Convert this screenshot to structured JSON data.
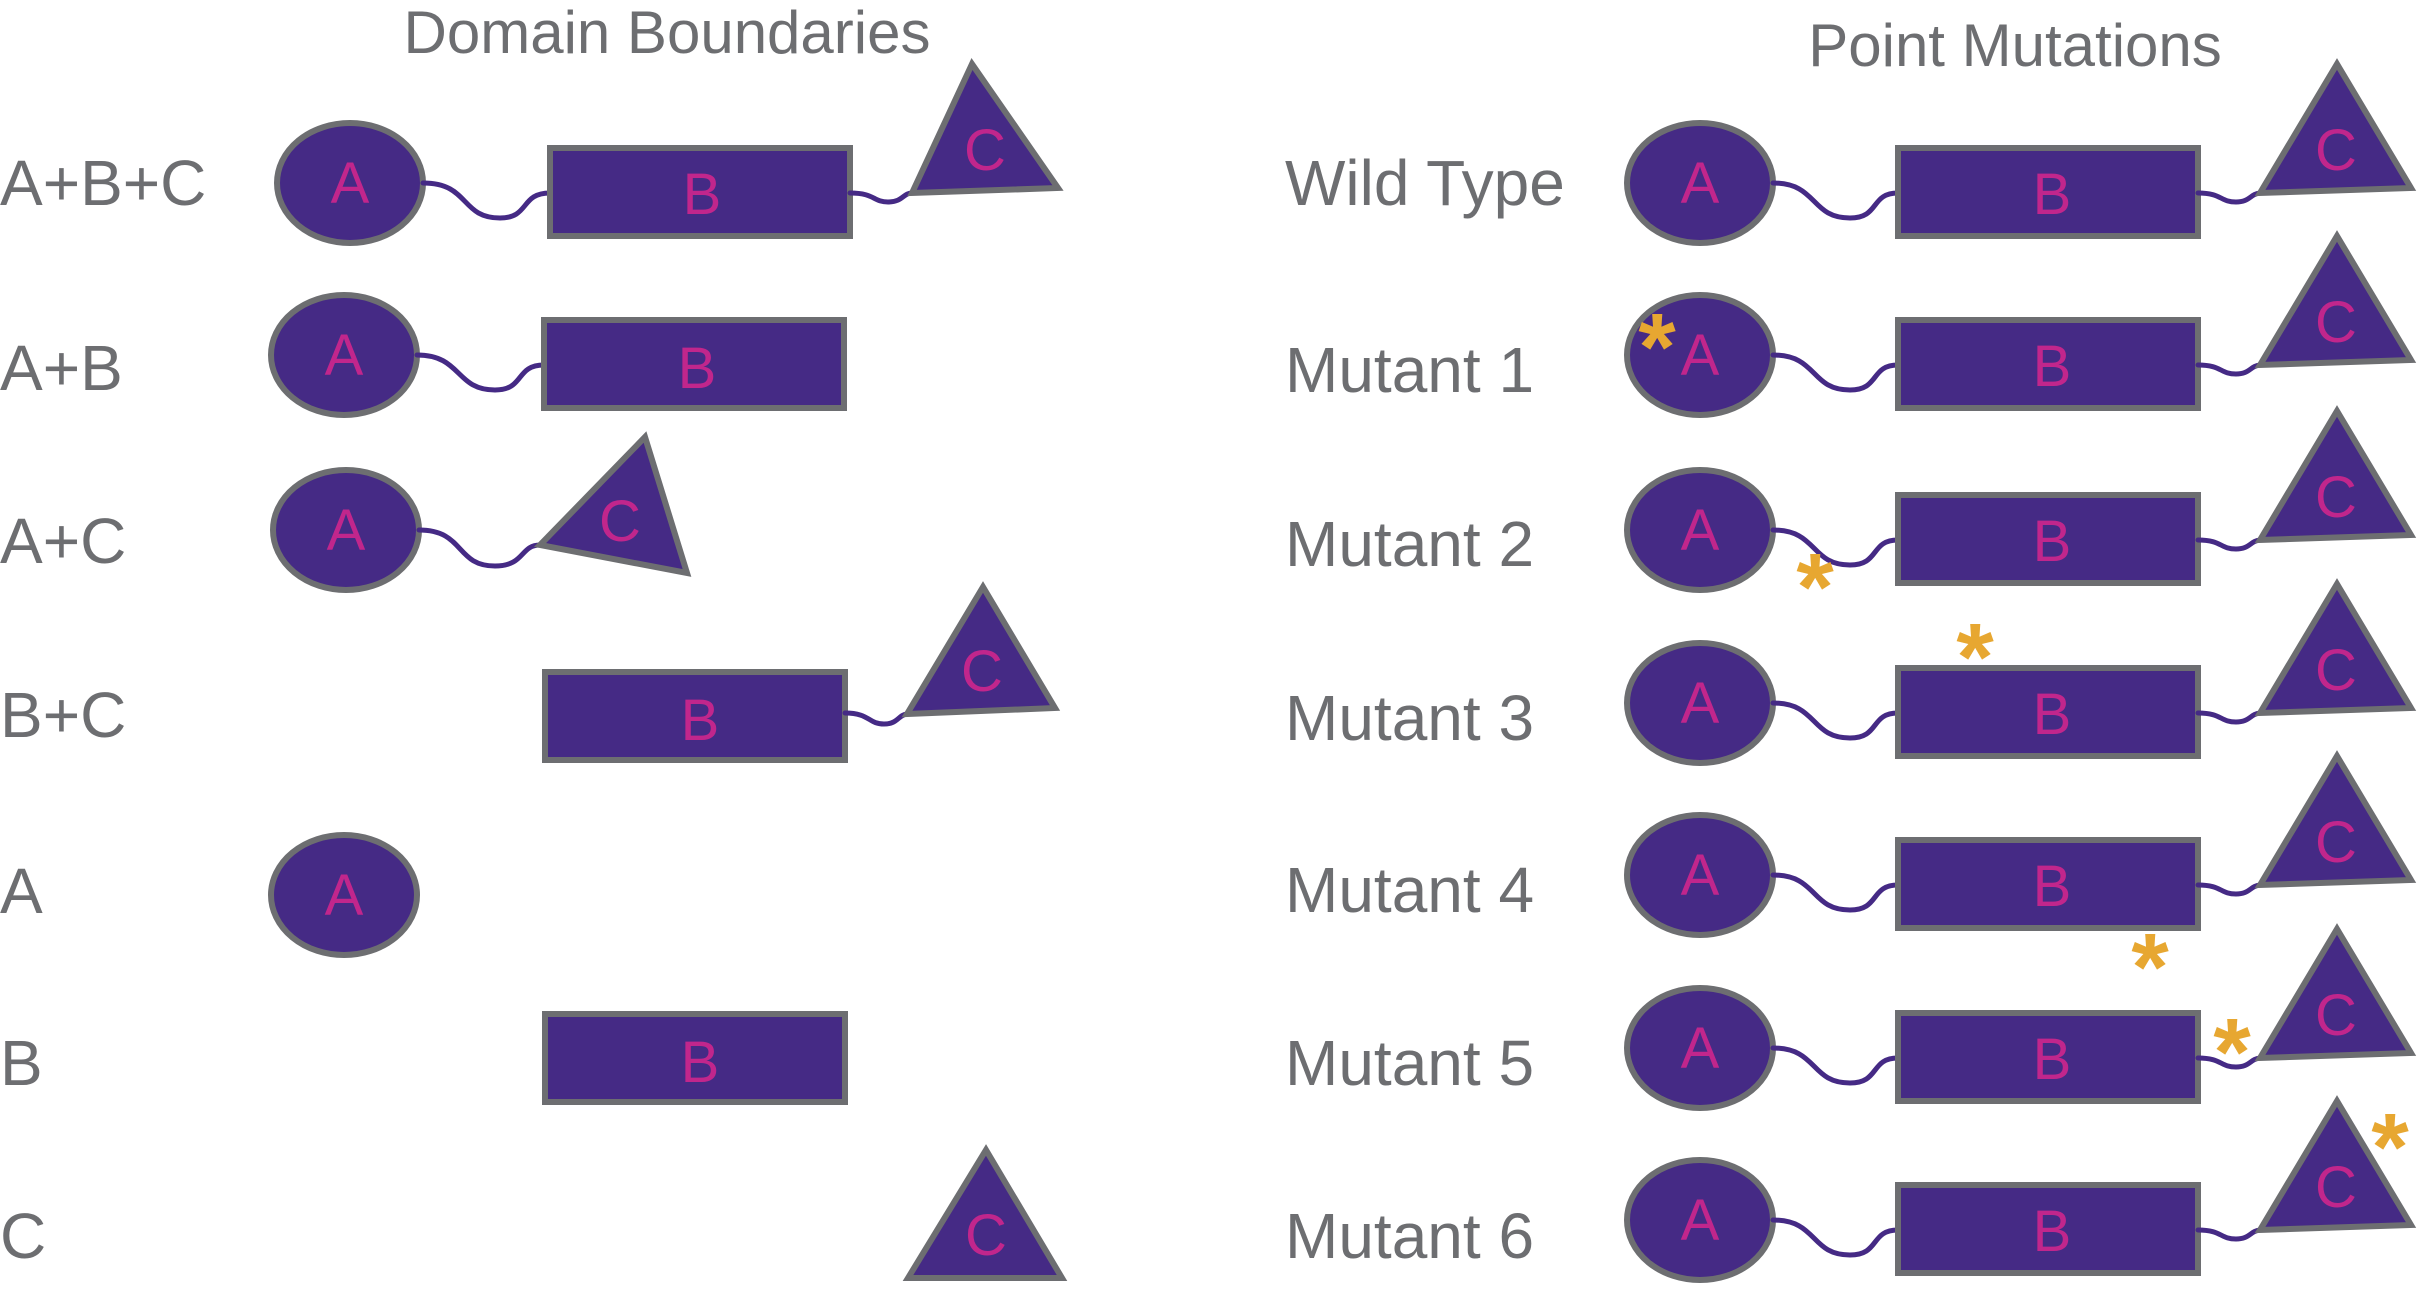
{
  "panels": {
    "domain_boundaries": {
      "title": "Domain Boundaries",
      "rows": [
        {
          "label": "A+B+C",
          "domains": [
            "A",
            "B",
            "C"
          ]
        },
        {
          "label": "A+B",
          "domains": [
            "A",
            "B"
          ]
        },
        {
          "label": "A+C",
          "domains": [
            "A",
            "C"
          ]
        },
        {
          "label": "B+C",
          "domains": [
            "B",
            "C"
          ]
        },
        {
          "label": "A",
          "domains": [
            "A"
          ]
        },
        {
          "label": "B",
          "domains": [
            "B"
          ]
        },
        {
          "label": "C",
          "domains": [
            "C"
          ]
        }
      ]
    },
    "point_mutations": {
      "title": "Point Mutations",
      "rows": [
        {
          "label": "Wild Type",
          "mutation_site": "none"
        },
        {
          "label": "Mutant 1",
          "mutation_site": "domain A"
        },
        {
          "label": "Mutant 2",
          "mutation_site": "A-B linker"
        },
        {
          "label": "Mutant 3",
          "mutation_site": "domain B (top)"
        },
        {
          "label": "Mutant 4",
          "mutation_site": "domain B (bottom)"
        },
        {
          "label": "Mutant 5",
          "mutation_site": "B-C linker"
        },
        {
          "label": "Mutant 6",
          "mutation_site": "domain C"
        }
      ]
    }
  },
  "domain_labels": {
    "a": "A",
    "b": "B",
    "c": "C"
  },
  "mutation_marker": "*",
  "colors": {
    "domain_fill": "#452a85",
    "domain_outline": "#6d6e71",
    "domain_letter": "#c1268c",
    "label_text": "#6d6e71",
    "mutation_marker": "#e7a731"
  }
}
